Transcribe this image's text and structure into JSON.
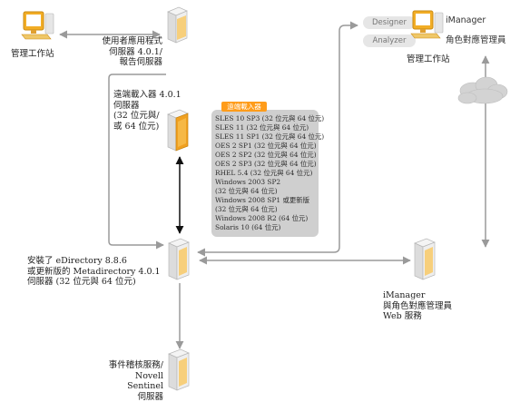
{
  "nodes": {
    "admin_ws_left": {
      "label": "管理工作站"
    },
    "user_app_server": {
      "label": "使用者應用程式\n伺服器 4.0.1/\n報告伺服器"
    },
    "admin_ws_right": {
      "label": "管理工作站",
      "tools": [
        "Designer",
        "Analyzer"
      ],
      "apps": [
        "iManager",
        "角色對應管理員"
      ]
    },
    "remote_loader": {
      "label": "遠端載入器 4.0.1\n伺服器\n(32 位元與/\n或 64 位元)"
    },
    "edirectory_server": {
      "label": "安裝了 eDirectory 8.8.6\n或更新版的 Metadirectory 4.0.1\n伺服器 (32 位元與 64 位元)"
    },
    "imanager_server": {
      "label": "iManager\n與角色對應管理員\nWeb 服務"
    },
    "audit_server": {
      "label": "事件稽核服務/\nNovell Sentinel\n伺服器"
    }
  },
  "os_panel": {
    "title": "遠端載入器",
    "items": [
      "SLES 10 SP3 (32 位元與 64 位元)",
      "SLES 11 (32 位元與 64 位元)",
      "SLES 11 SP1 (32 位元與 64 位元)",
      "OES 2 SP1 (32 位元與 64 位元)",
      "OES 2 SP2 (32 位元與 64 位元)",
      "OES 2 SP3 (32 位元與 64 位元)",
      "RHEL 5.4 (32 位元與 64 位元)",
      "Windows 2003 SP2",
      " (32 位元與 64 位元)",
      "Windows 2008 SP1 或更新版",
      " (32 位元與 64 位元)",
      "Windows 2008 R2 (64 位元)",
      "Solaris 10 (64 位元)"
    ]
  },
  "colors": {
    "server_body": "#e9e9e9",
    "server_accent": "#f7b43a",
    "monitor_body": "#f2ad25",
    "monitor_screen": "#ffffff",
    "wire": "#9a9a9a",
    "cloud": "#d0d0d0",
    "panel": "#cfcfcf",
    "panel_title": "#ff9c1a"
  }
}
